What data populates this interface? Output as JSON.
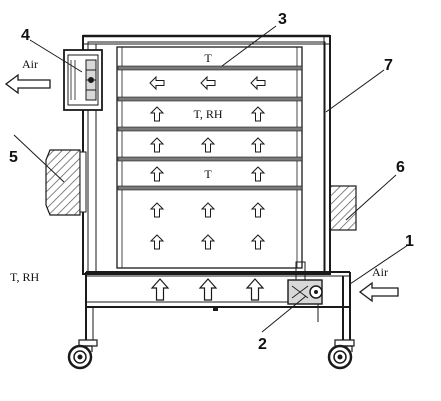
{
  "callouts": [
    "1",
    "2",
    "3",
    "4",
    "5",
    "6",
    "7"
  ],
  "labels": {
    "air_out": "Air",
    "air_in": "Air",
    "shelf_t_top": "T",
    "shelf_t_rh": "T, RH",
    "shelf_t_mid": "T",
    "outside_t_rh": "T, RH"
  },
  "colors": {
    "line": "#1a1a1a",
    "shelf": "#7a7a7a",
    "hatch": "#555555",
    "frame_gray": "#d8d8d8"
  },
  "icons": [
    "arrow-up-icon",
    "arrow-left-icon",
    "wheel-icon",
    "fan-icon",
    "heater-icon"
  ]
}
